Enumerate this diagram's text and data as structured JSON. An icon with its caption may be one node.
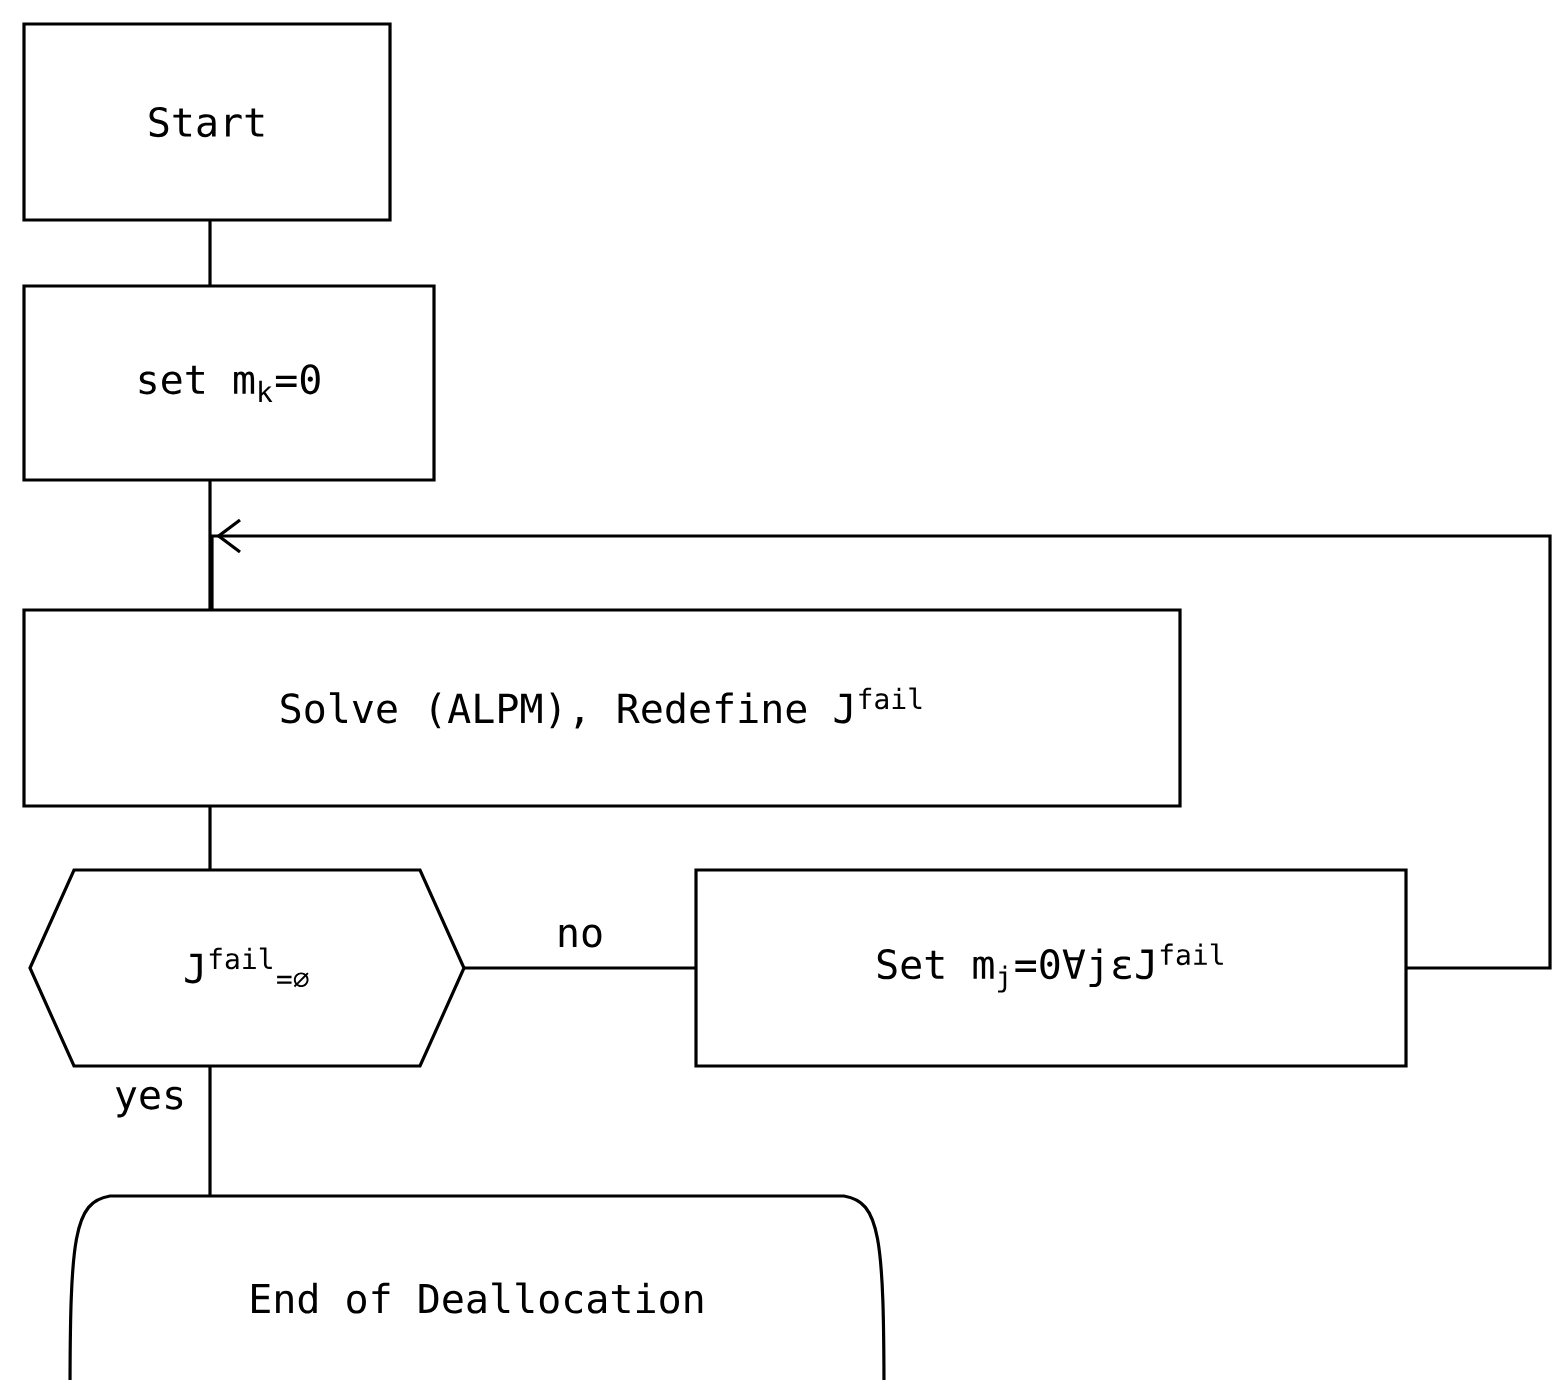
{
  "diagram": {
    "nodes": [
      {
        "text": [
          "Start"
        ]
      },
      {
        "text": [
          "set m$_{k}$=0"
        ]
      },
      {
        "text": [
          "Solve (ALPM), Redefine J$^{fail}$"
        ]
      },
      {
        "text": [
          "J$^{fail}$$_{=∅}$"
        ]
      },
      {
        "text": [
          "Set m$_{j}$=0∀jεJ$^{fail}$"
        ]
      },
      {
        "text": [
          "End of Deallocation"
        ]
      }
    ],
    "edges": [
      {
        "from": 0,
        "to": 1,
        "arrow": "none"
      },
      {
        "from": 1,
        "to": 2,
        "arrow": "none"
      },
      {
        "from": 2,
        "to": 3,
        "arrow": "none"
      },
      {
        "from": 3,
        "to": 4,
        "arrow": "none",
        "label": "no"
      },
      {
        "from": 3,
        "to": 5,
        "arrow": "none",
        "label": "yes"
      },
      {
        "from": 4,
        "to": 2,
        "arrow": "to"
      }
    ]
  }
}
